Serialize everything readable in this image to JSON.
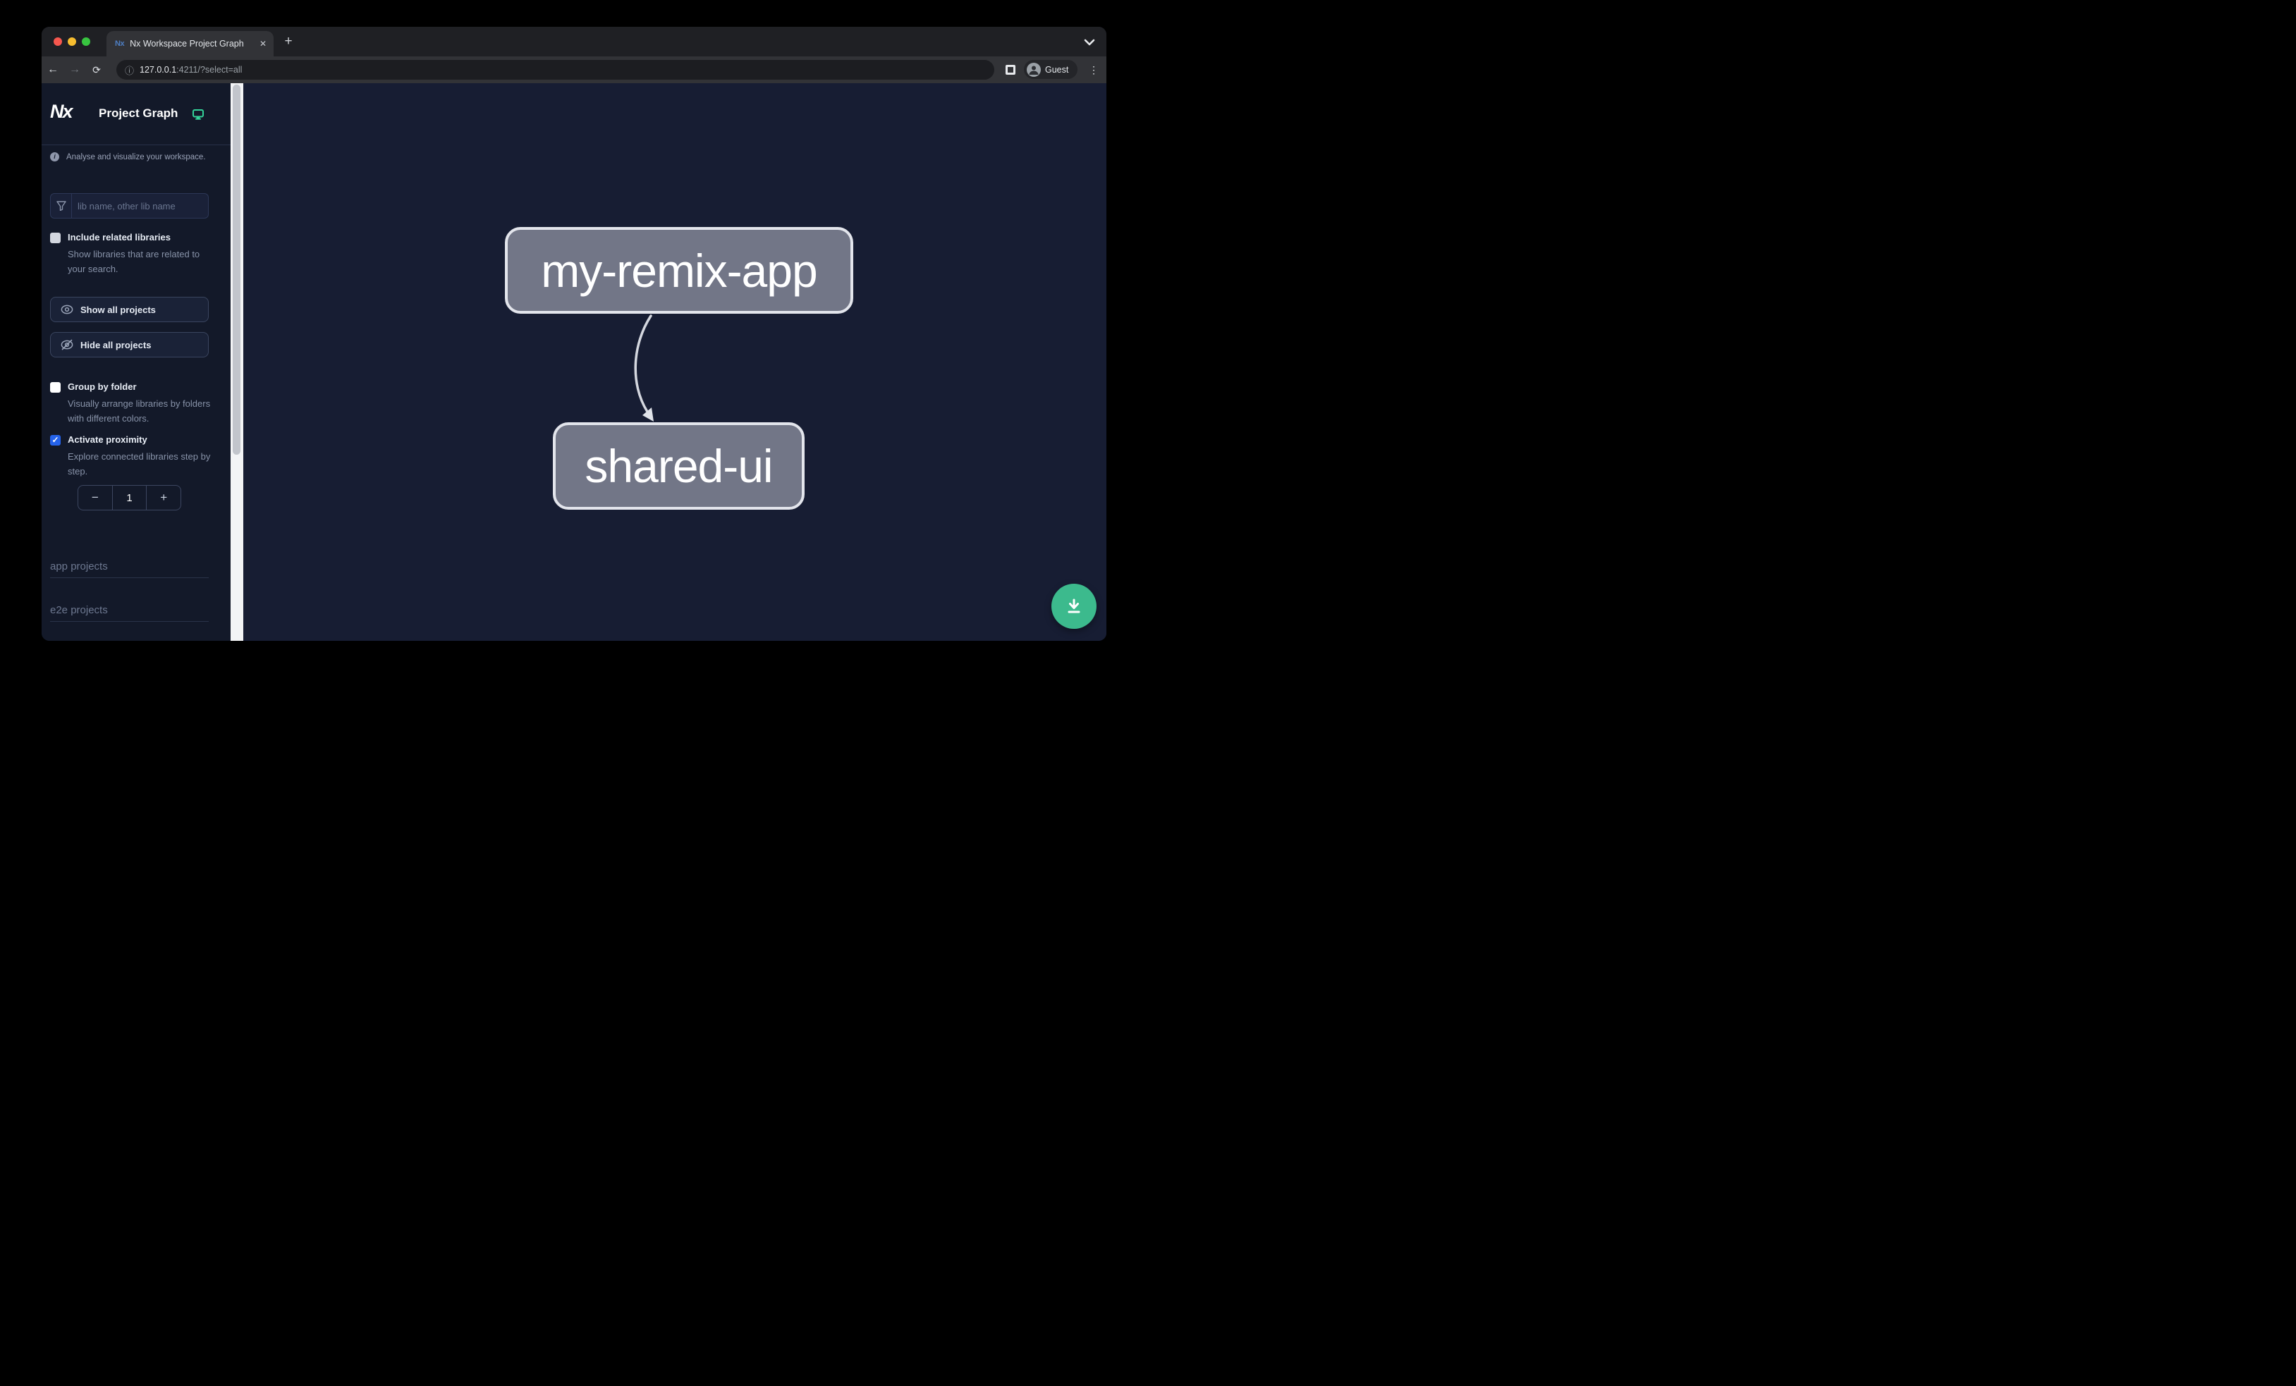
{
  "browser": {
    "tab": {
      "favicon_text": "Nx",
      "title": "Nx Workspace Project Graph",
      "close_glyph": "✕"
    },
    "new_tab_glyph": "+",
    "nav": {
      "back_glyph": "←",
      "forward_glyph": "→",
      "reload_glyph": "⟳"
    },
    "omnibox": {
      "info_glyph": "ⓘ",
      "host": "127.0.0.1",
      "rest": ":4211/?select=all"
    },
    "profile_label": "Guest",
    "menu_glyph": "⋮"
  },
  "sidebar": {
    "logo_text": "Nx",
    "title": "Project Graph",
    "tagline": "Analyse and visualize your workspace.",
    "info_glyph": "i",
    "search": {
      "placeholder": "lib name, other lib name",
      "value": ""
    },
    "include_related": {
      "label": "Include related libraries",
      "description": "Show libraries that are related to your search.",
      "checked": false
    },
    "show_all_label": "Show all projects",
    "hide_all_label": "Hide all projects",
    "group_by_folder": {
      "label": "Group by folder",
      "description": "Visually arrange libraries by folders with different colors.",
      "checked": false
    },
    "proximity": {
      "label": "Activate proximity",
      "description": "Explore connected libraries step by step.",
      "checked": true,
      "check_glyph": "✓",
      "value": "1",
      "decrement_glyph": "−",
      "increment_glyph": "+"
    },
    "sections": [
      {
        "label": "app projects"
      },
      {
        "label": "e2e projects"
      }
    ]
  },
  "graph": {
    "nodes": [
      {
        "label": "my-remix-app"
      },
      {
        "label": "shared-ui"
      }
    ],
    "edges": [
      {
        "source": "my-remix-app",
        "target": "shared-ui"
      }
    ]
  },
  "colors": {
    "accent_green": "#3cba8d",
    "checkbox_blue": "#2563eb",
    "node_fill": "#727687",
    "node_border": "#e3e5ec",
    "edge_stroke": "#d4d7df",
    "sidebar_bg": "#131929",
    "canvas_bg": "#171d33",
    "traffic_red": "#f6574e",
    "traffic_yellow": "#f6bd2f",
    "traffic_green": "#38c540"
  }
}
